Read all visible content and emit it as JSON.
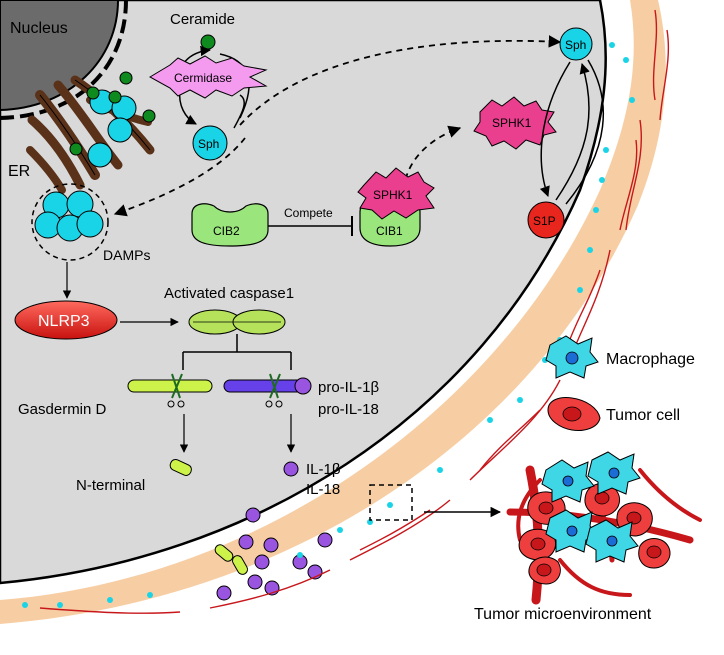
{
  "labels": {
    "nucleus": "Nucleus",
    "ceramide": "Ceramide",
    "cermidase": "Cermidase",
    "sph_inner": "Sph",
    "sph_outer": "Sph",
    "er": "ER",
    "damps": "DAMPs",
    "sphk1_free": "SPHK1",
    "sphk1_bound": "SPHK1",
    "cib1": "CIB1",
    "cib2": "CIB2",
    "compete": "Compete",
    "s1p": "S1P",
    "nlrp3": "NLRP3",
    "activated_caspase1": "Activated caspase1",
    "gasdermin_d": "Gasdermin D",
    "pro_il1b": "pro-IL-1β",
    "pro_il18": "pro-IL-18",
    "n_terminal": "N-terminal",
    "il1b": "IL-1β",
    "il18": "IL-18",
    "macrophage": "Macrophage",
    "tumor_cell": "Tumor cell",
    "tumor_microenvironment": "Tumor microenvironment"
  },
  "colors": {
    "cytoplasm": "#d9d9d9",
    "nucleus": "#6b6b6b",
    "membrane_band": "#f6c99a",
    "er": "#5a3219",
    "damp": "#19d4e6",
    "ceramide": "#0f8a1f",
    "cermidase": "#f49bf0",
    "sphk1": "#ea3f8f",
    "cib": "#9be57d",
    "s1p": "#e8261e",
    "nlrp3": "#e8261e",
    "caspase": "#b5e25a",
    "gasdermin": "#cdf24a",
    "pro_il": "#6640e8",
    "il_dot": "#9a55e0",
    "macrophage": "#3fd6e6",
    "tumor_cell": "#ef3e3e",
    "vessel": "#c8171b"
  }
}
